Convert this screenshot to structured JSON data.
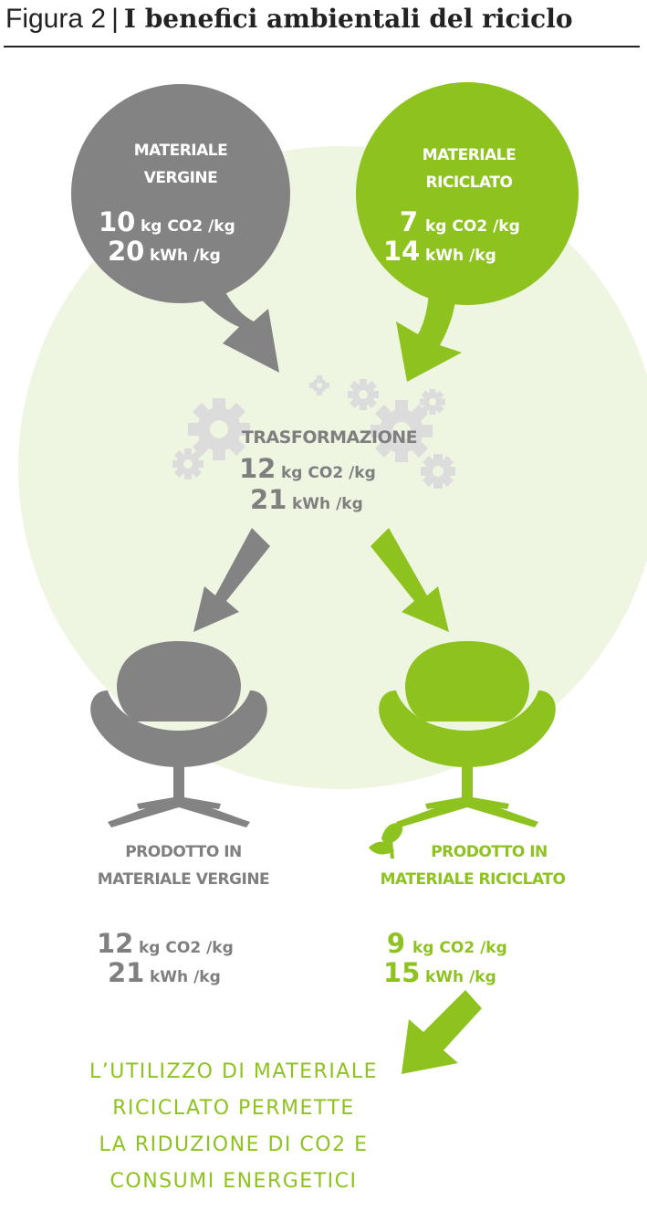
{
  "title": {
    "prefix": "Figura 2",
    "separator": "|",
    "main": "I benefici ambientali del riciclo"
  },
  "colors": {
    "gray": "#838383",
    "green": "#8ec31f",
    "background_circle": "#eef5e1",
    "text_gray": "#7f7f7f"
  },
  "virgin_material": {
    "label_line1": "MATERIALE",
    "label_line2": "VERGINE",
    "co2_value": "10",
    "co2_unit": "kg CO2 /kg",
    "energy_value": "20",
    "energy_unit": "kWh /kg"
  },
  "recycled_material": {
    "label_line1": "MATERIALE",
    "label_line2": "RICICLATO",
    "co2_value": "7",
    "co2_unit": "kg CO2 /kg",
    "energy_value": "14",
    "energy_unit": "kWh /kg"
  },
  "transformation": {
    "label": "TRASFORMAZIONE",
    "co2_value": "12",
    "co2_unit": "kg CO2 /kg",
    "energy_value": "21",
    "energy_unit": "kWh /kg"
  },
  "virgin_product": {
    "label_line1": "PRODOTTO IN",
    "label_line2": "MATERIALE VERGINE",
    "co2_value": "12",
    "co2_unit": "kg CO2 /kg",
    "energy_value": "21",
    "energy_unit": "kWh /kg"
  },
  "recycled_product": {
    "label_line1": "PRODOTTO IN",
    "label_line2": "MATERIALE  RICICLATO",
    "co2_value": "9",
    "co2_unit": "kg CO2 /kg",
    "energy_value": "15",
    "energy_unit": "kWh /kg"
  },
  "conclusion": {
    "line1": "L’UTILIZZO DI MATERIALE",
    "line2": "RICICLATO PERMETTE",
    "line3": "LA RIDUZIONE DI CO2 E",
    "line4": "CONSUMI ENERGETICI"
  }
}
